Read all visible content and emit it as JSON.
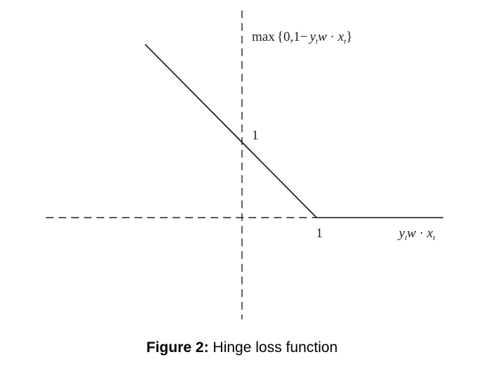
{
  "chart_data": {
    "type": "line",
    "title": "",
    "ylabel": "max{0,1−y_t w·x_t}",
    "xlabel": "y_t w·x_t",
    "x_tick_labels": [
      "1"
    ],
    "y_tick_labels": [
      "1"
    ],
    "xlim": [
      -2.7,
      2.7
    ],
    "ylim": [
      -1.4,
      2.7
    ],
    "grid": false,
    "legend": "none",
    "series": [
      {
        "x": [
          -1.3,
          0,
          1,
          2.7
        ],
        "y": [
          2.3,
          1,
          0,
          0
        ]
      }
    ]
  },
  "caption": {
    "label": "Figure 2:",
    "text": "Hinge loss function"
  }
}
